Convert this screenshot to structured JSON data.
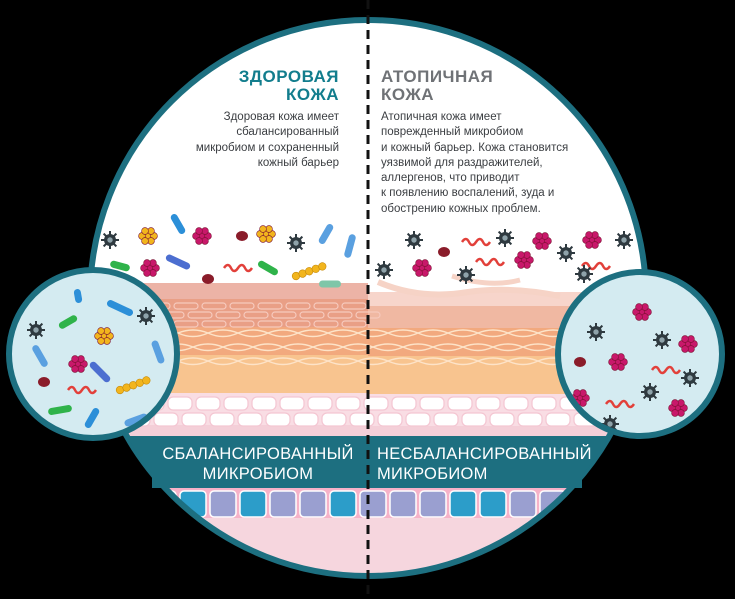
{
  "healthy": {
    "title_lines": [
      "ЗДОРОВАЯ",
      "КОЖА"
    ],
    "description_lines": [
      "Здоровая кожа имеет",
      "сбалансированный",
      "микробиом и сохраненный",
      "кожный барьер"
    ],
    "banner_lines": [
      "СБАЛАНСИРОВАННЫЙ",
      "МИКРОБИОМ"
    ]
  },
  "atopic": {
    "title_lines": [
      "АТОПИЧНАЯ",
      "КОЖА"
    ],
    "description_lines": [
      "Атопичная кожа имеет",
      "поврежденный микробиом",
      "и кожный барьер. Кожа становится",
      "уязвимой для раздражителей,",
      "аллергенов, что приводит",
      "к появлению воспалений, зуда и",
      "обострению кожных проблем."
    ],
    "banner_lines": [
      "НЕСБАЛАНСИРОВАННЫЙ",
      "МИКРОБИОМ"
    ]
  },
  "colors": {
    "teal": "#1d6f80",
    "teal_heading": "#127d8d",
    "gray_heading": "#6f7276",
    "background": "#000000",
    "inset_fill": "#d4ebf1"
  },
  "icons": [
    "virus-icon",
    "coccus-cluster-icon",
    "rod-bacterium-icon",
    "spiral-bacterium-icon",
    "red-cell-icon"
  ]
}
